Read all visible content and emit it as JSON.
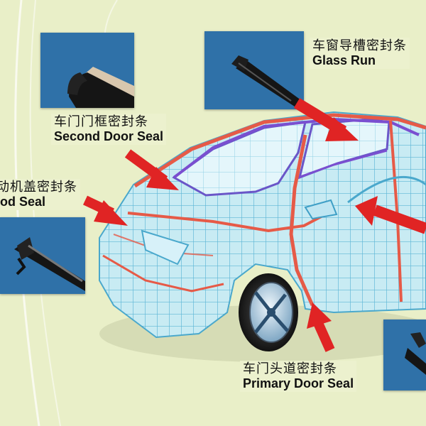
{
  "colors": {
    "background": "#e9efc8",
    "wireframe": "#63bcd9",
    "seal_line": "#e65a47",
    "arrow": "#e02424",
    "photo_bg": "#2f71a8",
    "rubber": "#151515"
  },
  "seals": [
    {
      "id": "glass-run",
      "zh": "车窗导槽密封条",
      "en": "Glass Run"
    },
    {
      "id": "second-door-seal",
      "zh": "车门门框密封条",
      "en": "Second Door Seal"
    },
    {
      "id": "hood-seal",
      "zh": "发动机盖密封条",
      "en": "Hood Seal"
    },
    {
      "id": "primary-door-seal",
      "zh": "车门头道密封条",
      "en": "Primary Door Seal"
    }
  ]
}
